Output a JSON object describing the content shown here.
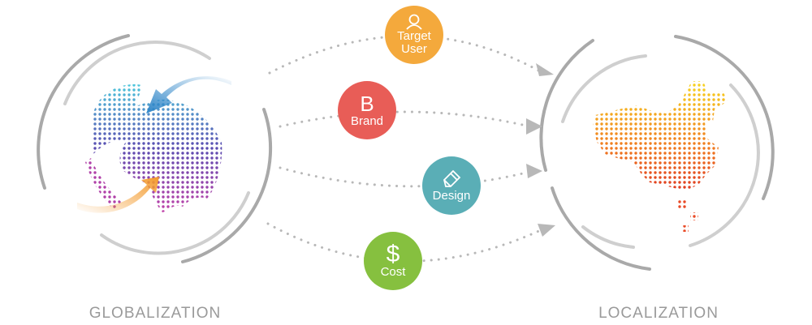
{
  "left_label": "GLOBALIZATION",
  "right_label": "LOCALIZATION",
  "factors": [
    {
      "label": "Target User",
      "icon": "user-icon",
      "color": "#f4a93c"
    },
    {
      "label": "Brand",
      "icon": "letter-b-icon",
      "glyph": "B",
      "color": "#e85d57"
    },
    {
      "label": "Design",
      "icon": "pencil-icon",
      "color": "#5aaeb6"
    },
    {
      "label": "Cost",
      "icon": "dollar-icon",
      "glyph": "$",
      "color": "#86c03f"
    }
  ]
}
